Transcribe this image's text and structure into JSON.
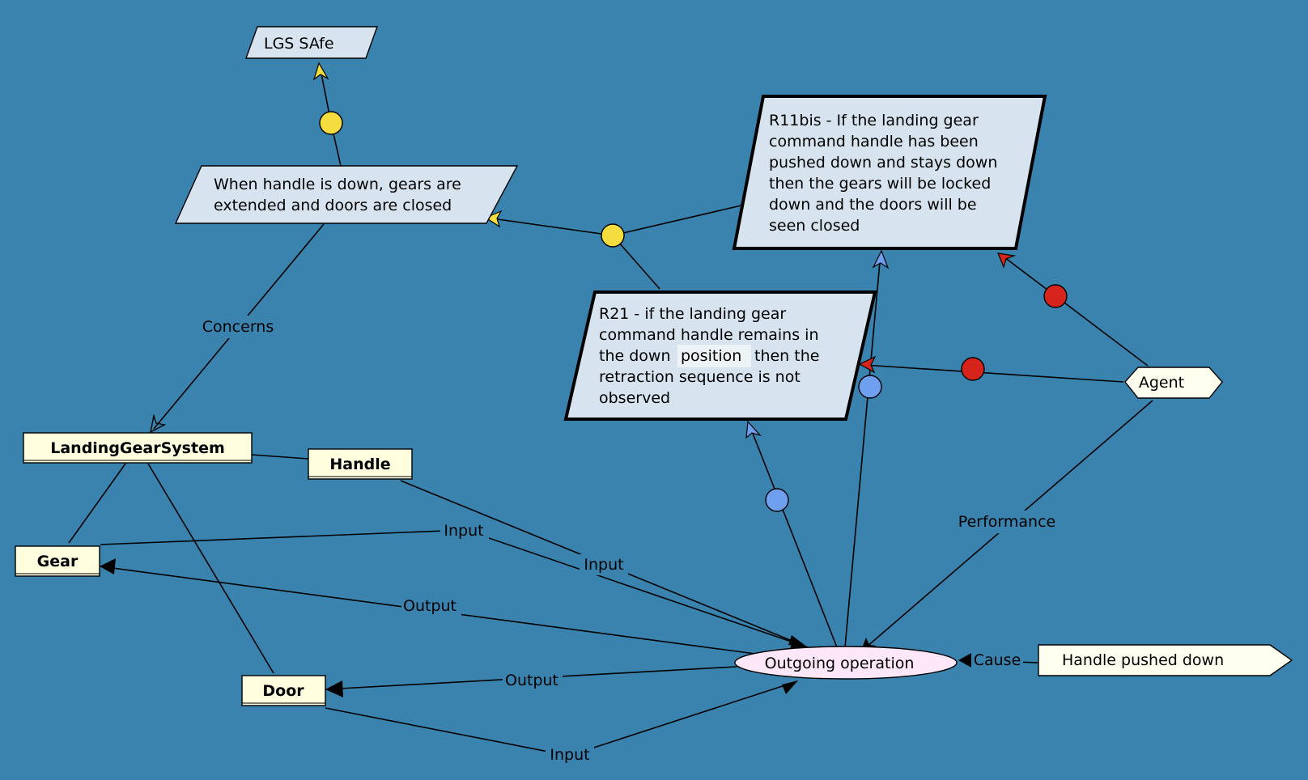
{
  "goals": {
    "lgs_safe": "LGS SAfe",
    "handle_down_goal": [
      "When handle is down, gears are",
      "extended and doors are closed"
    ],
    "r11bis": [
      "R11bis - If the landing gear",
      "command handle has been",
      "pushed down and stays down",
      "then the gears will be locked",
      "down and the doors will be",
      "seen closed"
    ],
    "r21": [
      "R21 - if the  landing gear",
      "command handle remains in",
      "the down",
      "position",
      "then the",
      "retraction sequence is not",
      "observed"
    ]
  },
  "entities": {
    "landing_gear_system": "LandingGearSystem",
    "handle": "Handle",
    "gear": "Gear",
    "door": "Door"
  },
  "operation": "Outgoing operation",
  "agent": "Agent",
  "event": "Handle pushed down",
  "links": {
    "concerns": "Concerns",
    "performance": "Performance",
    "cause": "Cause",
    "input_gear": "Input",
    "input_handle": "Input",
    "input_door": "Input",
    "output_gear": "Output",
    "output_door": "Output"
  },
  "colors": {
    "background": "#3a83af",
    "goal_fill": "#d7e4ef",
    "entity_fill": "#ffffe0",
    "operation_fill": "#fde7f8",
    "refinement_node": "#f5dc3f",
    "operationalization_node": "#6fa0ef",
    "responsibility_node": "#d6231c"
  }
}
